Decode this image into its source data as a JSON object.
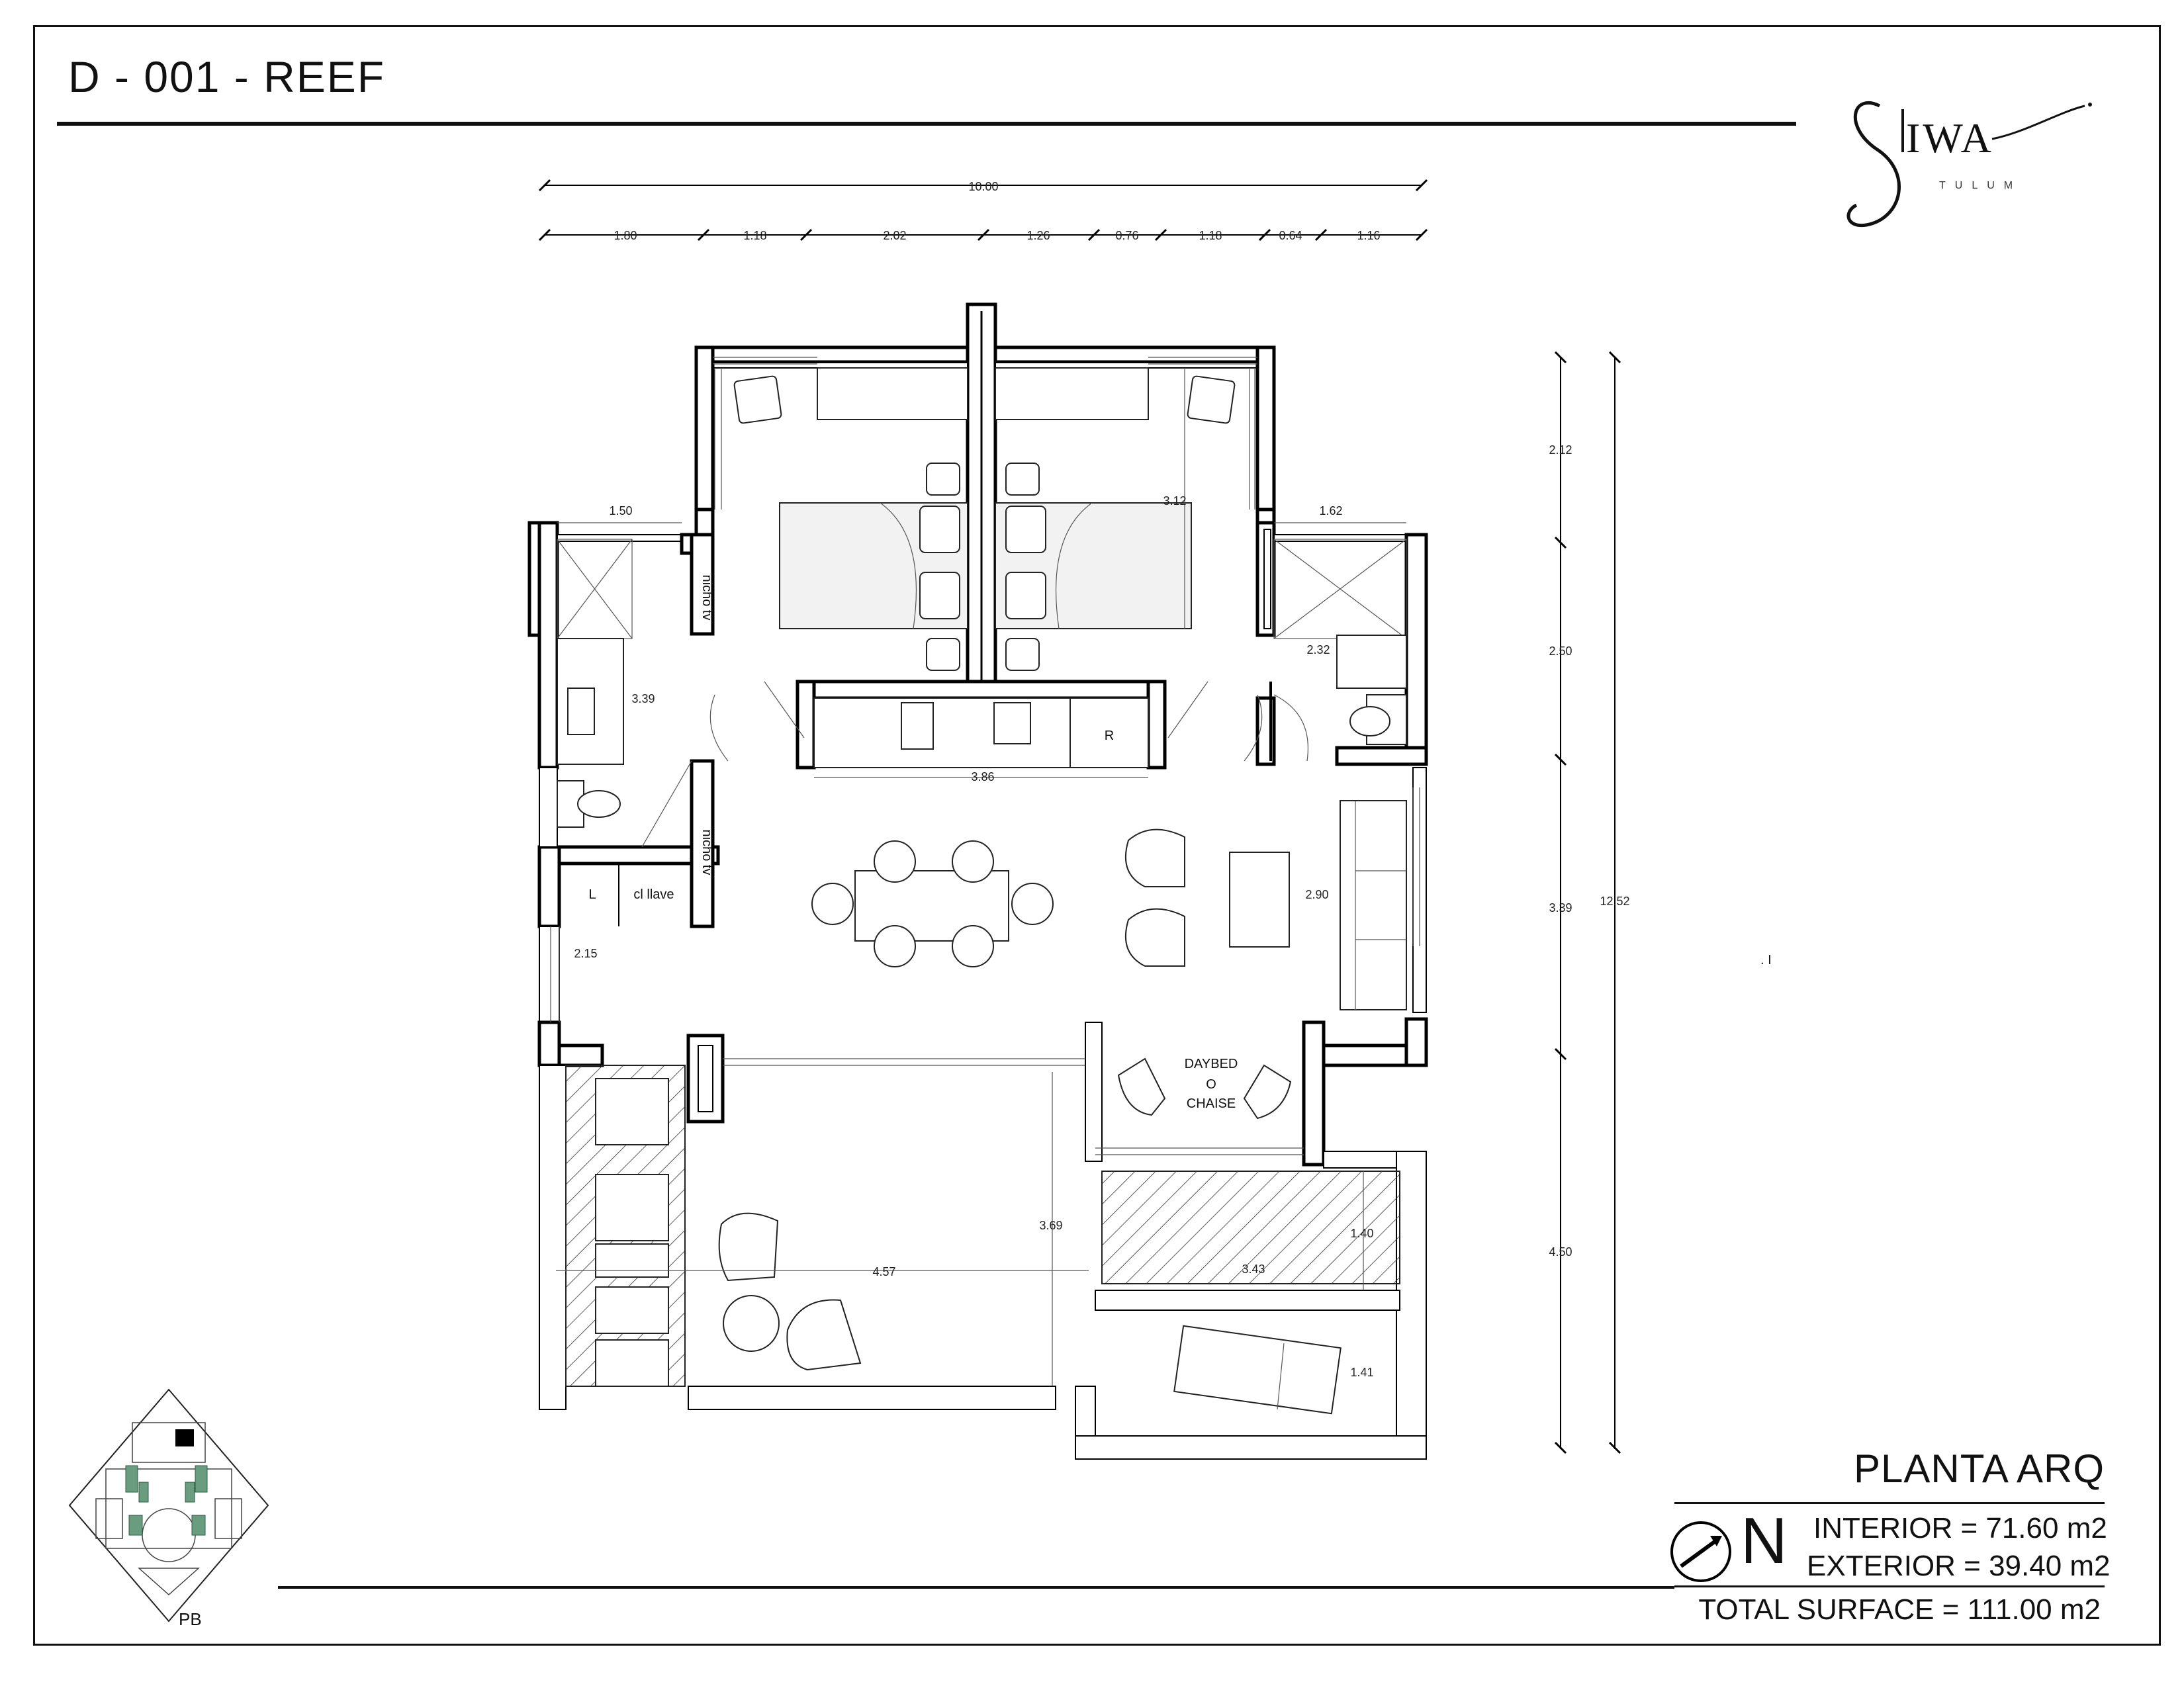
{
  "sheet": {
    "title": "D - 001  -  REEF",
    "logo_text": "SIWA",
    "logo_subtext": "TULUM",
    "stray_mark": ". I"
  },
  "dimensions": {
    "overall_width": "10.00",
    "segments": [
      "1.80",
      "1.18",
      "2.02",
      "1.26",
      "0.76",
      "1.18",
      "0.64",
      "1.16"
    ],
    "right_segments": [
      "2.12",
      "2.50",
      "3.39",
      "4.50"
    ],
    "overall_depth": "12.52",
    "interior": {
      "d1_50": "1.50",
      "d1_62": "1.62",
      "d3_12": "3.12",
      "d3_39": "3.39",
      "d2_32": "2.32",
      "d3_86": "3.86",
      "d2_90": "2.90",
      "d2_15": "2.15",
      "d3_69": "3.69",
      "d4_57": "4.57",
      "d3_43": "3.43",
      "d1_40": "1.40",
      "d1_41": "1.41"
    }
  },
  "labels": {
    "nicho_tv_1": "nicho tv",
    "nicho_tv_2": "nicho tv",
    "laundry": "L",
    "closet": "cl llave",
    "fridge": "R",
    "daybed_1": "DAYBED",
    "daybed_2": "O",
    "daybed_3": "CHAISE"
  },
  "legend": {
    "plan_title": "PLANTA ARQ",
    "north": "N",
    "interior": "INTERIOR = 71.60 m2",
    "exterior": "EXTERIOR = 39.40 m2",
    "total": "TOTAL SURFACE = 111.00 m2",
    "keyplan_label": "PB"
  }
}
